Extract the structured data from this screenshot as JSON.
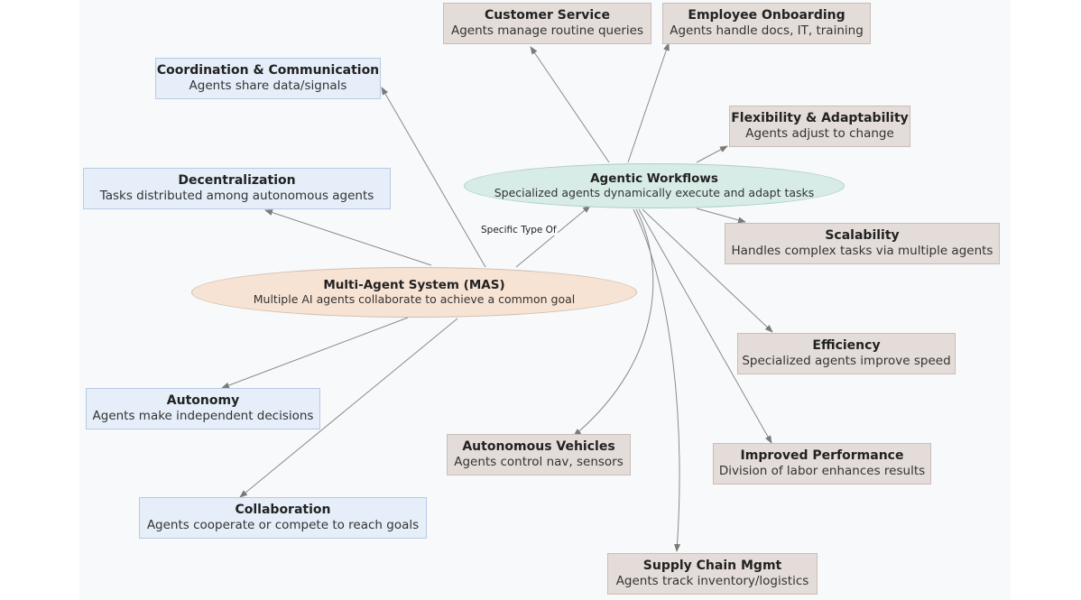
{
  "nodes": {
    "customer_service": {
      "title": "Customer Service",
      "subtitle": "Agents manage routine queries"
    },
    "employee_onboarding": {
      "title": "Employee Onboarding",
      "subtitle": "Agents handle docs, IT, training"
    },
    "coordination": {
      "title": "Coordination & Communication",
      "subtitle": "Agents share data/signals"
    },
    "flexibility": {
      "title": "Flexibility & Adaptability",
      "subtitle": "Agents adjust to change"
    },
    "agentic_workflows": {
      "title": "Agentic Workflows",
      "subtitle": "Specialized agents dynamically execute and adapt tasks"
    },
    "decentralization": {
      "title": "Decentralization",
      "subtitle": "Tasks distributed among autonomous agents"
    },
    "scalability": {
      "title": "Scalability",
      "subtitle": "Handles complex tasks via multiple agents"
    },
    "mas": {
      "title": "Multi-Agent System (MAS)",
      "subtitle": "Multiple AI agents collaborate to achieve a common goal"
    },
    "efficiency": {
      "title": "Efficiency",
      "subtitle": "Specialized agents improve speed"
    },
    "autonomy": {
      "title": "Autonomy",
      "subtitle": "Agents make independent decisions"
    },
    "autonomous_vehicles": {
      "title": "Autonomous Vehicles",
      "subtitle": "Agents control nav, sensors"
    },
    "improved_performance": {
      "title": "Improved Performance",
      "subtitle": "Division of labor enhances results"
    },
    "collaboration": {
      "title": "Collaboration",
      "subtitle": "Agents cooperate or compete to reach goals"
    },
    "supply_chain": {
      "title": "Supply Chain Mgmt",
      "subtitle": "Agents track inventory/logistics"
    }
  },
  "edge_labels": {
    "specific_type_of": "Specific Type Of"
  },
  "colors": {
    "mas_fill": "#f7e3d3",
    "workflow_fill": "#d7ece6",
    "property_fill": "#e5eef9",
    "application_fill": "#e4dcd8",
    "edge_color": "#7a7a7a"
  }
}
